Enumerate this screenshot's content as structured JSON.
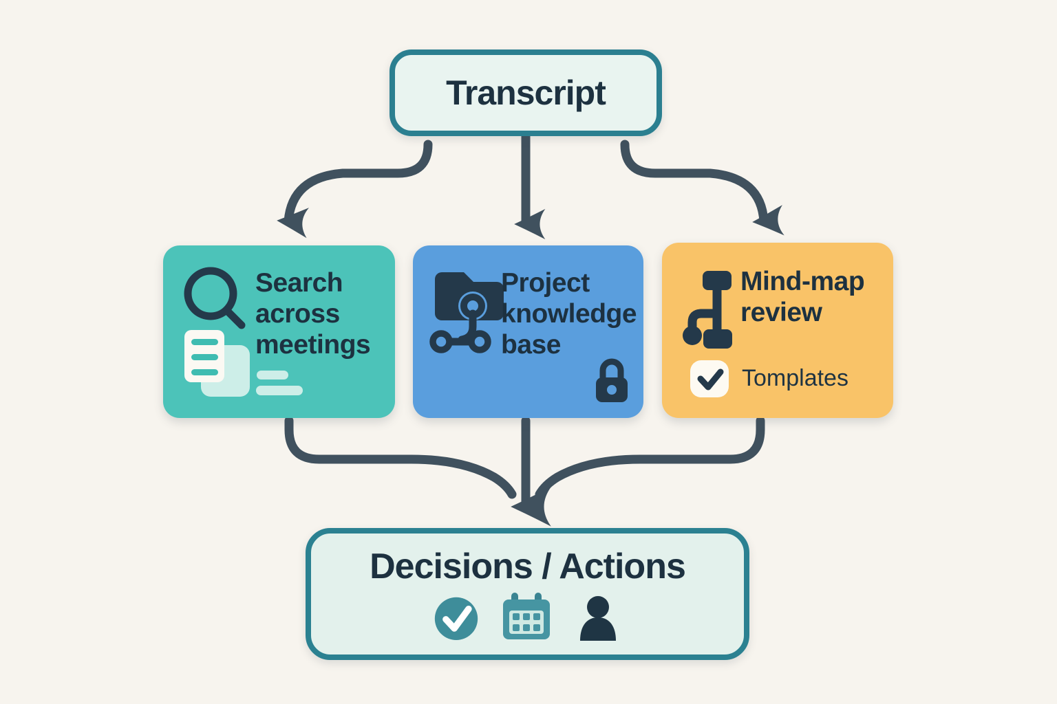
{
  "colors": {
    "background": "#f7f4ee",
    "arrow": "#40515e",
    "ink": "#1d3140",
    "teal_node": "#4cc3b9",
    "teal_node_accent": "#cdeee8",
    "blue_node": "#5a9edd",
    "orange_node": "#f9c368",
    "pill_fill": "#e9f4f0",
    "pill_border": "#2b7f90",
    "decisions_fill": "#e3f1ec",
    "checkbox_fill": "#fdfaf2",
    "check_circle": "#3e8d9a",
    "calendar_teal": "#4695a2",
    "person_navy": "#1f3544"
  },
  "icons": {
    "search_node": [
      "search-icon",
      "documents-icon",
      "text-lines-icon"
    ],
    "knowledge_node": [
      "folder-graph-icon",
      "lock-icon"
    ],
    "mindmap_node": [
      "tree-icon",
      "checkbox-icon"
    ],
    "decisions_node": [
      "check-circle-icon",
      "calendar-icon",
      "person-icon"
    ]
  },
  "nodes": {
    "transcript": {
      "label": "Transcript"
    },
    "search": {
      "label": "Search\nacross\nmeetings"
    },
    "knowledge": {
      "label": "Project\nknowledge\nbase"
    },
    "mindmap": {
      "label": "Mind-map\nreview",
      "badge_label": "Tomplates"
    },
    "decisions": {
      "label": "Decisions / Actions"
    }
  }
}
